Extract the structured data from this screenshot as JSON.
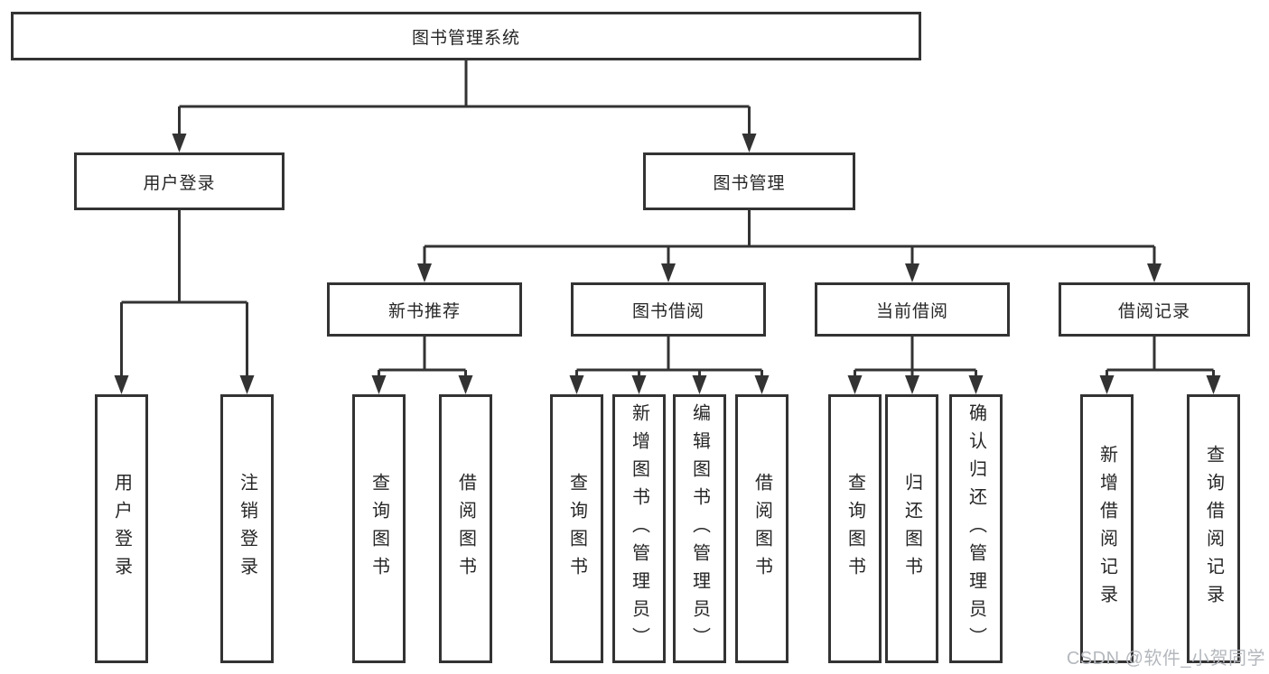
{
  "diagram": {
    "tree": {
      "root": {
        "label": "图书管理系统"
      },
      "branches": [
        {
          "label": "用户登录",
          "leaves": [
            {
              "label": "用户登录"
            },
            {
              "label": "注销登录"
            }
          ]
        },
        {
          "label": "图书管理",
          "groups": [
            {
              "label": "新书推荐",
              "leaves": [
                {
                  "label": "查询图书"
                },
                {
                  "label": "借阅图书"
                }
              ]
            },
            {
              "label": "图书借阅",
              "leaves": [
                {
                  "label": "查询图书"
                },
                {
                  "label": "新增图书（管理员）"
                },
                {
                  "label": "编辑图书（管理员）"
                },
                {
                  "label": "借阅图书"
                }
              ]
            },
            {
              "label": "当前借阅",
              "leaves": [
                {
                  "label": "查询图书"
                },
                {
                  "label": "归还图书"
                },
                {
                  "label": "确认归还（管理员）"
                }
              ]
            },
            {
              "label": "借阅记录",
              "leaves": [
                {
                  "label": "新增借阅记录"
                },
                {
                  "label": "查询借阅记录"
                }
              ]
            }
          ]
        }
      ]
    },
    "watermark": {
      "text": "CSDN @软件_小贺同学"
    },
    "colors": {
      "line": "#333333",
      "box_border": "#333333",
      "text": "#262626",
      "watermark": "#b4b8bd",
      "background": "#ffffff"
    }
  }
}
